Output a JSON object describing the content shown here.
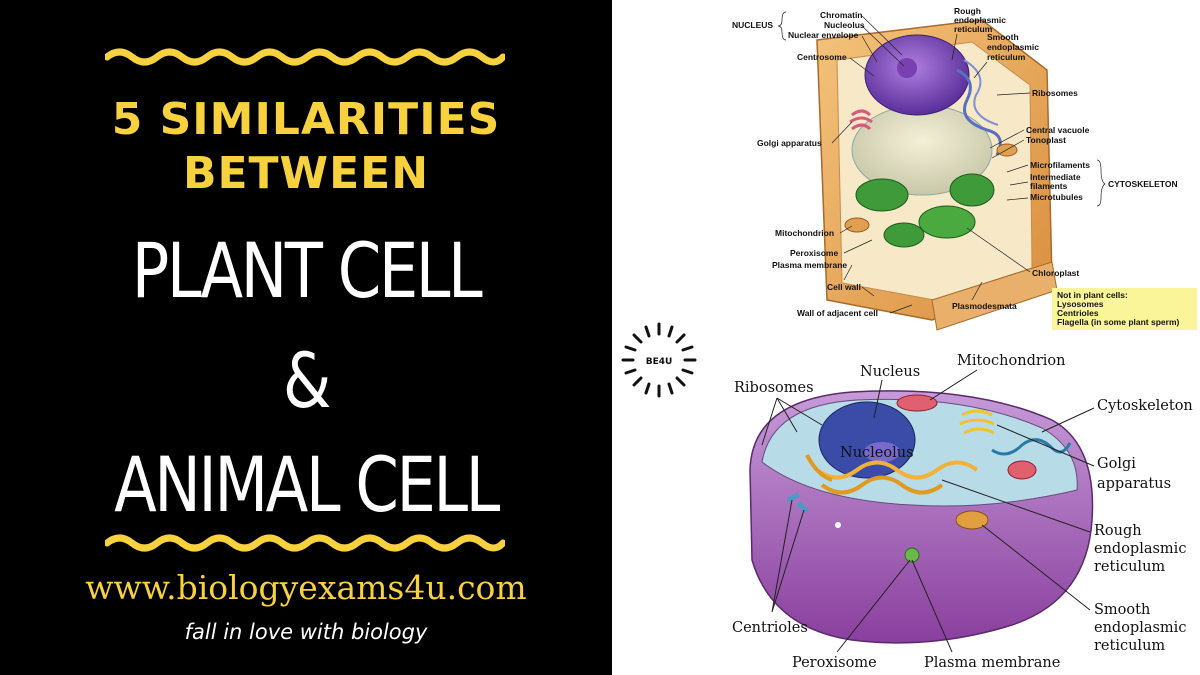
{
  "title": {
    "line1": "5 SIMILARITIES",
    "line2": "BETWEEN",
    "line3": "PLANT CELL",
    "line4": "&",
    "line5": "ANIMAL CELL"
  },
  "website": "www.biologyexams4u.com",
  "tagline": "fall in love with biology",
  "badge": "BE4U",
  "plant_cell": {
    "labels": {
      "nucleus": "NUCLEUS",
      "chromatin": "Chromatin",
      "nucleolus": "Nucleolus",
      "nuclear_envelope": "Nuclear envelope",
      "rough_er_1": "Rough",
      "rough_er_2": "endoplasmic",
      "rough_er_3": "reticulum",
      "smooth_er_1": "Smooth",
      "smooth_er_2": "endoplasmic",
      "smooth_er_3": "reticulum",
      "centrosome": "Centrosome",
      "ribosomes": "Ribosomes",
      "golgi": "Golgi apparatus",
      "central_vacuole": "Central vacuole",
      "tonoplast": "Tonoplast",
      "microfilaments": "Microfilaments",
      "intermediate_1": "Intermediate",
      "intermediate_2": "filaments",
      "microtubules": "Microtubules",
      "cytoskeleton": "CYTOSKELETON",
      "mitochondrion": "Mitochondrion",
      "peroxisome": "Peroxisome",
      "plasma_membrane": "Plasma membrane",
      "chloroplast": "Chloroplast",
      "cell_wall": "Cell wall",
      "plasmodesmata": "Plasmodesmata",
      "wall_adjacent": "Wall of adjacent cell"
    },
    "note": {
      "line1": "Not in plant cells:",
      "line2": "Lysosomes",
      "line3": "Centrioles",
      "line4": "Flagella (in some plant sperm)"
    }
  },
  "animal_cell": {
    "labels": {
      "nucleus": "Nucleus",
      "mitochondrion": "Mitochondrion",
      "ribosomes": "Ribosomes",
      "cytoskeleton": "Cytoskeleton",
      "nucleolus": "Nucleolus",
      "golgi_1": "Golgi",
      "golgi_2": "apparatus",
      "rough_er_1": "Rough",
      "rough_er_2": "endoplasmic",
      "rough_er_3": "reticulum",
      "smooth_er_1": "Smooth",
      "smooth_er_2": "endoplasmic",
      "smooth_er_3": "reticulum",
      "centrioles": "Centrioles",
      "peroxisome": "Peroxisome",
      "plasma_membrane": "Plasma membrane"
    }
  },
  "colors": {
    "background_left": "#000000",
    "accent_yellow": "#f7d23e",
    "text_white": "#ffffff"
  }
}
